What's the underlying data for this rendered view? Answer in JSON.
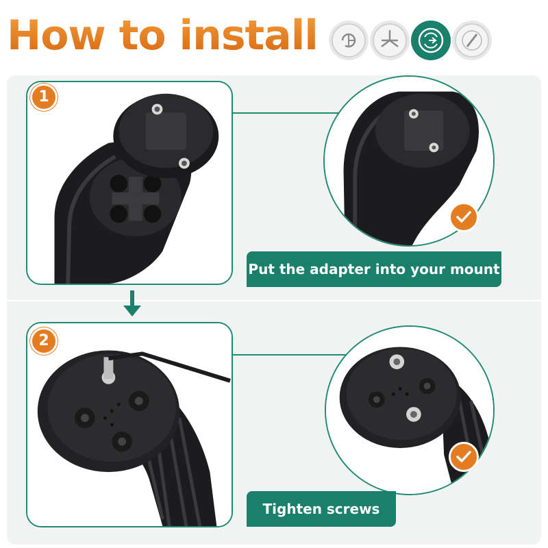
{
  "header": {
    "title": "How to install",
    "step_icons": [
      {
        "icon": "rotate-align-icon",
        "state": "inactive"
      },
      {
        "icon": "mount-tripod-icon",
        "state": "inactive"
      },
      {
        "icon": "install-adapter-icon",
        "state": "active"
      },
      {
        "icon": "screwdriver-icon",
        "state": "inactive"
      }
    ]
  },
  "steps": [
    {
      "number": "1",
      "caption": "Put the adapter into your mount",
      "icon": "check-icon"
    },
    {
      "number": "2",
      "caption": "Tighten screws",
      "icon": "check-icon"
    }
  ],
  "colors": {
    "accent_orange": "#e47c22",
    "accent_teal": "#1a7f6b",
    "panel_bg": "#f1f2f2",
    "product_black": "#1c1c1e"
  }
}
